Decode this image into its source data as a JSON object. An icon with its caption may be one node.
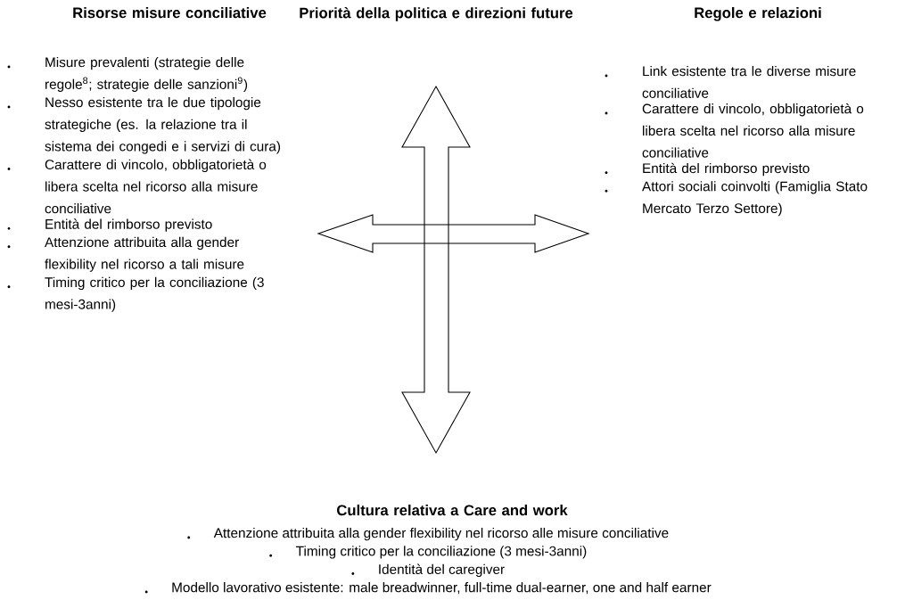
{
  "diagram": {
    "labels": [
      "Risorse misure conciliative",
      "Priorità della politica e direzioni future",
      "Regole e relazioni",
      "Misure prevalenti (strategie delle regole$^{8}$; strategie delle sanzioni$^{9}$)",
      "Nesso esistente tra le due tipologie strategiche (es. la relazione tra il sistema dei congedi e i servizi di cura)",
      "Carattere di vincolo, obbligatorietà o libera scelta nel ricorso alla misure conciliative",
      "Entità del rimborso previsto",
      "Attenzione attribuita alla gender flexibility nel ricorso a tali misure",
      "Timing critico per la conciliazione (3 mesi-3anni)",
      "Link esistente tra le diverse misure conciliative",
      "Carattere di vincolo, obbligatorietà o libera scelta nel ricorso alla misure conciliative",
      "Entità del rimborso previsto",
      "Attori sociali coinvolti (Famiglia Stato Mercato Terzo Settore)",
      "Cultura relativa a Care and work",
      "Attenzione attribuita alla gender flexibility nel ricorso alle misure conciliative",
      "Timing critico per la conciliazione (3 mesi-3anni)",
      "Identità del caregiver",
      "Modello lavorativo esistente: male breadwinner, full-time dual-earner, one and half earner"
    ]
  }
}
